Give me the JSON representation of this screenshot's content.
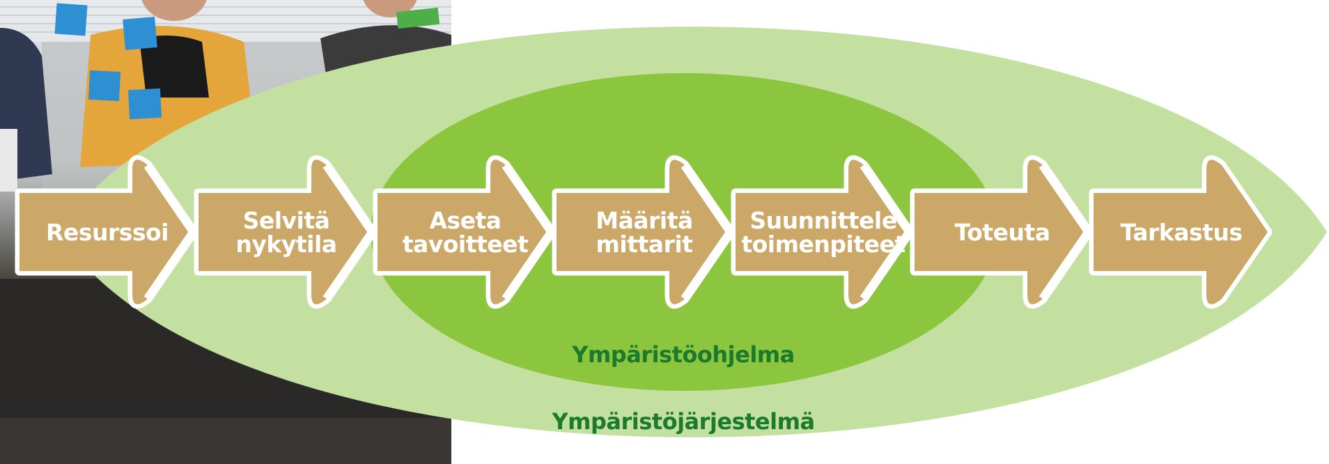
{
  "diagram": {
    "steps": [
      {
        "id": "resurssoi",
        "lines": [
          "Resurssoi"
        ]
      },
      {
        "id": "selvita",
        "lines": [
          "Selvitä",
          "nykytila"
        ]
      },
      {
        "id": "aseta",
        "lines": [
          "Aseta",
          "tavoitteet"
        ]
      },
      {
        "id": "maarita",
        "lines": [
          "Määritä",
          "mittarit"
        ]
      },
      {
        "id": "suunnittele",
        "lines": [
          "Suunnittele",
          "toimenpiteet"
        ]
      },
      {
        "id": "toteuta",
        "lines": [
          "Toteuta"
        ]
      },
      {
        "id": "tarkastus",
        "lines": [
          "Tarkastus"
        ]
      }
    ],
    "inner_ring_label": "Ympäristöohjelma",
    "outer_ring_label": "Ympäristöjärjestelmä"
  },
  "colors": {
    "arrow_fill": "#cba868",
    "arrow_outline": "#ffffff",
    "outer_ellipse": "#c4e0a0",
    "inner_ellipse": "#8cc63f",
    "ring_label_text": "#1c7a2c",
    "label_text": "#ffffff"
  },
  "photo": {
    "description_icon": "office-meeting-photo"
  }
}
